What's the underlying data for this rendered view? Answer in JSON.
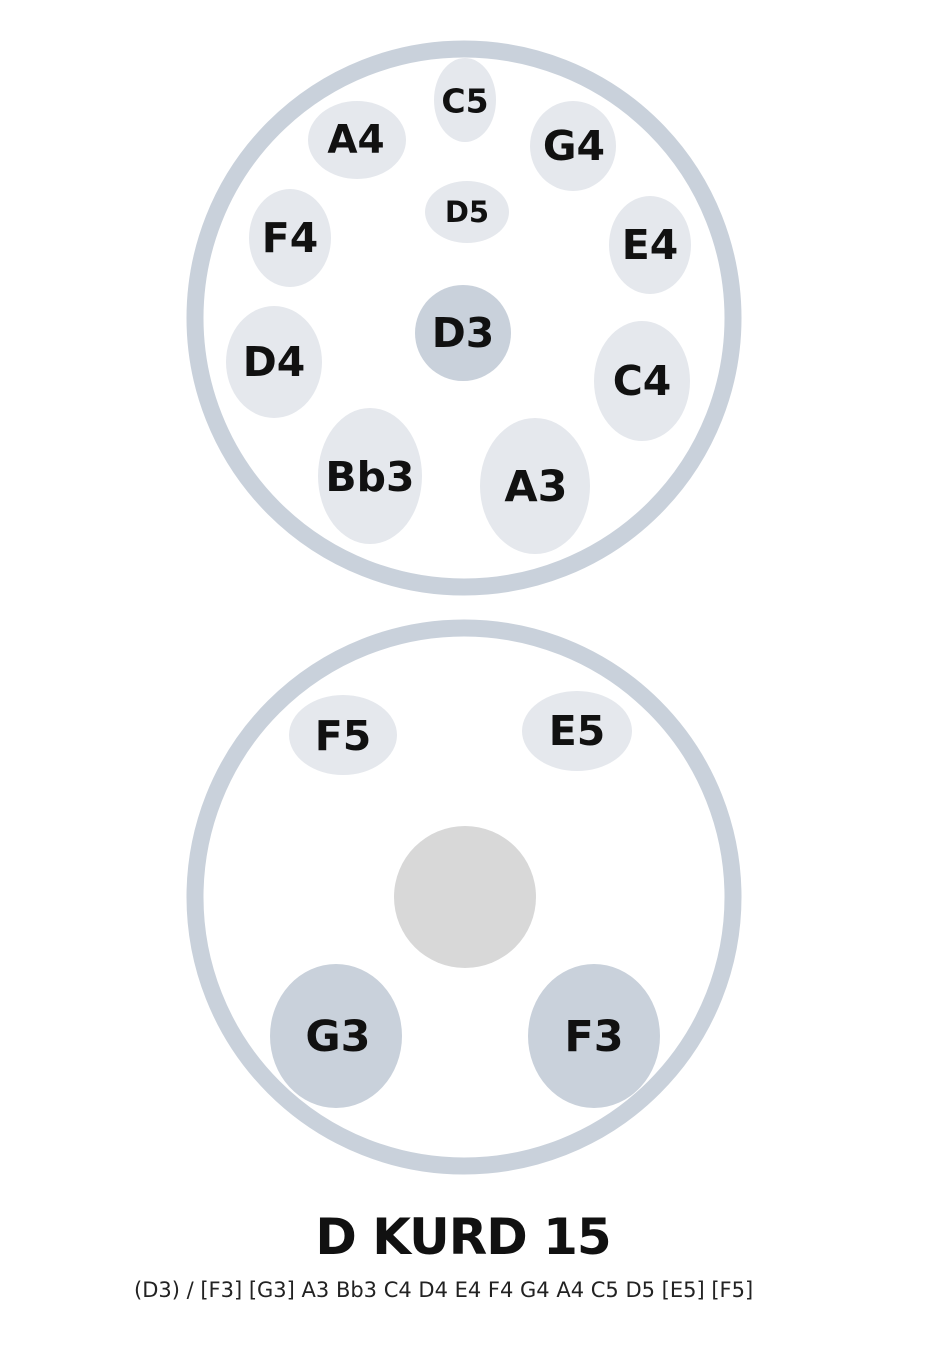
{
  "colors": {
    "rim": "#c9d1db",
    "tone_field": "#e5e8ed",
    "ding": "#c9d1db",
    "bottom_bass": "#c9d1db",
    "port": "#d8d8d8",
    "text": "#111111"
  },
  "top_shell": {
    "notes": [
      {
        "id": "c5",
        "label": "C5"
      },
      {
        "id": "a4",
        "label": "A4"
      },
      {
        "id": "g4",
        "label": "G4"
      },
      {
        "id": "d5",
        "label": "D5"
      },
      {
        "id": "f4",
        "label": "F4"
      },
      {
        "id": "e4",
        "label": "E4"
      },
      {
        "id": "d3",
        "label": "D3"
      },
      {
        "id": "d4",
        "label": "D4"
      },
      {
        "id": "c4",
        "label": "C4"
      },
      {
        "id": "bb3",
        "label": "Bb3"
      },
      {
        "id": "a3",
        "label": "A3"
      }
    ]
  },
  "bottom_shell": {
    "notes": [
      {
        "id": "f5",
        "label": "F5"
      },
      {
        "id": "e5",
        "label": "E5"
      },
      {
        "id": "g3",
        "label": "G3"
      },
      {
        "id": "f3",
        "label": "F3"
      }
    ]
  },
  "title": "D KURD 15",
  "scale_notes": "(D3) / [F3] [G3] A3 Bb3 C4 D4 E4 F4 G4 A4 C5 D5 [E5] [F5]"
}
